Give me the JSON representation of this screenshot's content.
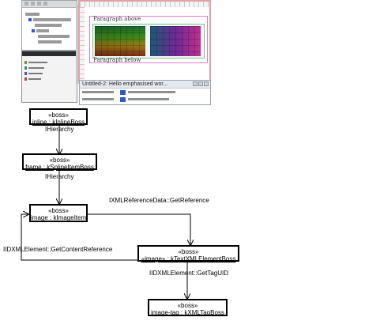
{
  "screenshot": {
    "doc_title": "Untitled-2: Hello emphasised wor...",
    "paragraph_above": "Paragraph above",
    "paragraph_below": "Paragraph below"
  },
  "diagram": {
    "nodes": [
      {
        "id": "inline",
        "stereotype": "«boss»",
        "name": "inline : kInlineBoss"
      },
      {
        "id": "frame",
        "stereotype": "«boss»",
        "name": "frame : kSplineItemBoss"
      },
      {
        "id": "image",
        "stereotype": "«boss»",
        "name": "image : kImageItem"
      },
      {
        "id": "xml",
        "stereotype": "«boss»",
        "name": "«image» : kTextXMLElementBoss"
      },
      {
        "id": "tag",
        "stereotype": "«boss»",
        "name": "image-tag : kXMLTagBoss"
      }
    ],
    "edges": [
      {
        "label": "IHierarchy"
      },
      {
        "label": "IHierarchy"
      },
      {
        "label": "IXMLReferenceData::GetReference"
      },
      {
        "label": "IIDXMLElement::GetContentReference"
      },
      {
        "label": "IIDXMLElement::GetTagUID"
      }
    ]
  }
}
